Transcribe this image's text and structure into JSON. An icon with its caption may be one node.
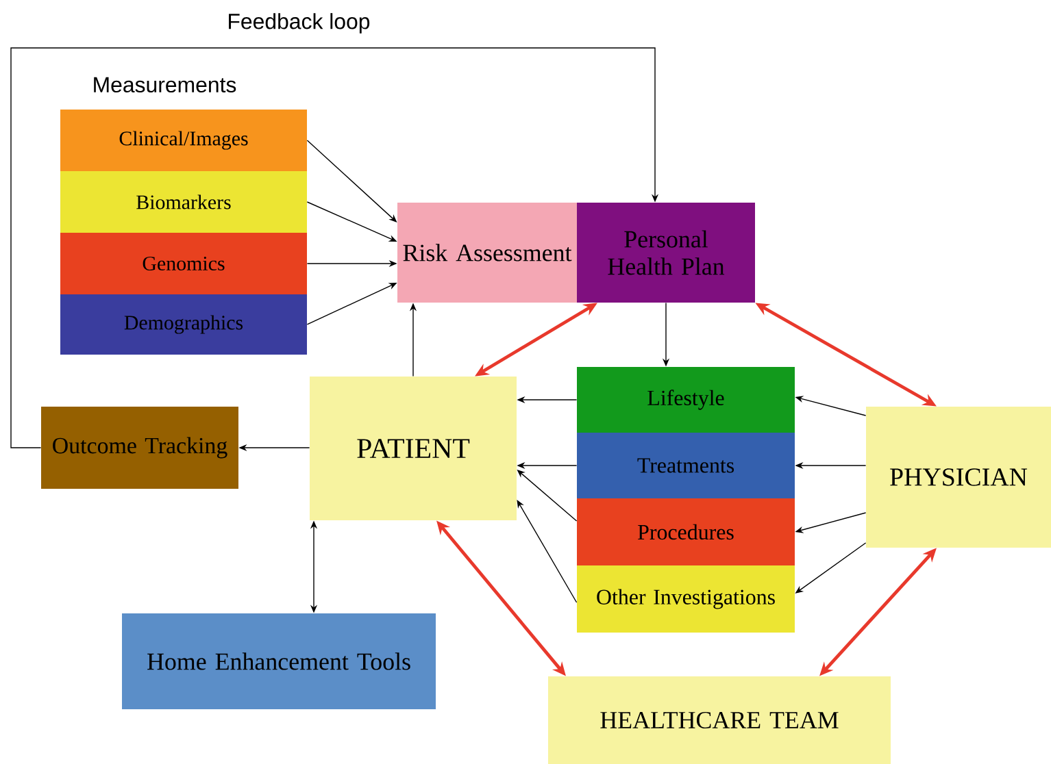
{
  "diagram": {
    "nodes": [
      {
        "text": [
          "Clinical/Images"
        ]
      },
      {
        "text": [
          "Biomarkers"
        ]
      },
      {
        "text": [
          "Genomics"
        ]
      },
      {
        "text": [
          "Demographics"
        ]
      },
      {
        "text": [
          "Risk Assessment"
        ]
      },
      {
        "text": [
          "Personal Health Plan"
        ]
      },
      {
        "text": [
          "PATIENT"
        ]
      },
      {
        "text": [
          "Outcome Tracking"
        ]
      },
      {
        "text": [
          "Lifestyle"
        ]
      },
      {
        "text": [
          "Treatments"
        ]
      },
      {
        "text": [
          "Procedures"
        ]
      },
      {
        "text": [
          "Other Investigations"
        ]
      },
      {
        "text": [
          "PHYSICIAN"
        ]
      },
      {
        "text": [
          "Home Enhancement Tools"
        ]
      },
      {
        "text": [
          "HEALTHCARE TEAM"
        ]
      }
    ],
    "edges": [
      {
        "from": 0,
        "to": 4,
        "arrow": "to"
      },
      {
        "from": 1,
        "to": 4,
        "arrow": "to"
      },
      {
        "from": 2,
        "to": 4,
        "arrow": "to"
      },
      {
        "from": 3,
        "to": 4,
        "arrow": "to"
      },
      {
        "from": 6,
        "to": 4,
        "arrow": "to"
      },
      {
        "from": 5,
        "to": 8,
        "arrow": "to"
      },
      {
        "from": 6,
        "to": 5,
        "arrow": "both",
        "style": "thick",
        "color": "#e8392c"
      },
      {
        "from": 5,
        "to": 12,
        "arrow": "both",
        "style": "thick",
        "color": "#e8392c"
      },
      {
        "from": 8,
        "to": 6,
        "arrow": "to"
      },
      {
        "from": 9,
        "to": 6,
        "arrow": "to"
      },
      {
        "from": 10,
        "to": 6,
        "arrow": "to"
      },
      {
        "from": 11,
        "to": 6,
        "arrow": "to"
      },
      {
        "from": 12,
        "to": 8,
        "arrow": "to"
      },
      {
        "from": 12,
        "to": 9,
        "arrow": "to"
      },
      {
        "from": 12,
        "to": 10,
        "arrow": "to"
      },
      {
        "from": 12,
        "to": 11,
        "arrow": "to"
      },
      {
        "from": 6,
        "to": 7,
        "arrow": "to"
      },
      {
        "from": 6,
        "to": 13,
        "arrow": "both"
      },
      {
        "from": 6,
        "to": 14,
        "arrow": "both",
        "style": "thick",
        "color": "#e8392c"
      },
      {
        "from": 12,
        "to": 14,
        "arrow": "both",
        "style": "thick",
        "color": "#e8392c"
      },
      {
        "from": 7,
        "to": 5,
        "arrow": "to",
        "label": "Feedback loop"
      }
    ],
    "labels": [
      "Measurements"
    ]
  }
}
